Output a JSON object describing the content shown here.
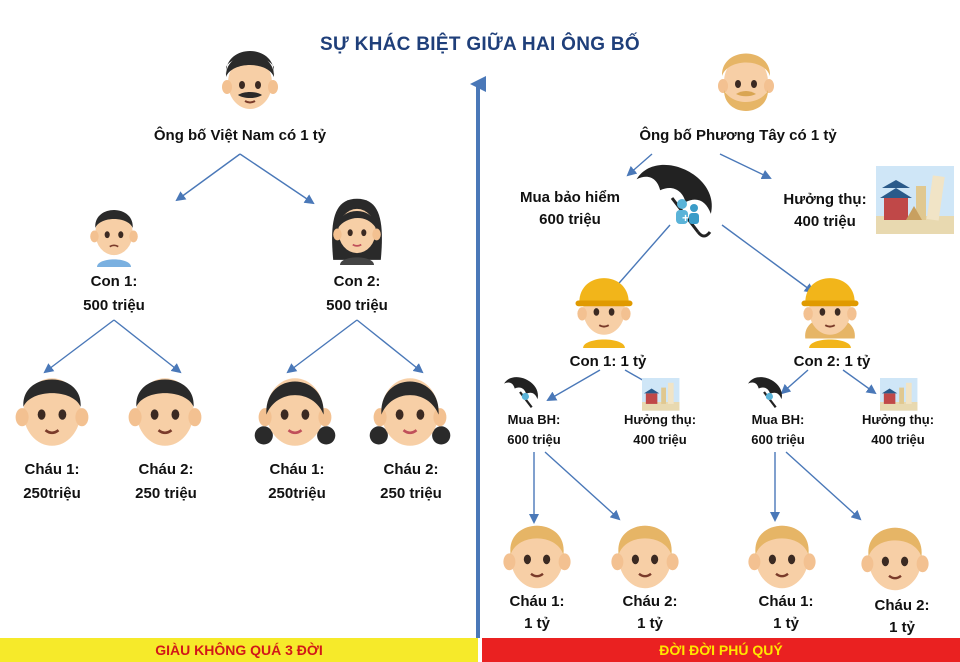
{
  "title": "SỰ KHÁC BIỆT GIỮA HAI ÔNG BỐ",
  "left": {
    "father": "Ông bố Việt Nam có 1 tỷ",
    "children": [
      {
        "name": "Con 1:",
        "amount": "500 triệu"
      },
      {
        "name": "Con 2:",
        "amount": "500 triệu"
      }
    ],
    "grandchildren": [
      {
        "name": "Cháu 1:",
        "amount": "250triệu"
      },
      {
        "name": "Cháu 2:",
        "amount": "250 triệu"
      },
      {
        "name": "Cháu 1:",
        "amount": "250triệu"
      },
      {
        "name": "Cháu 2:",
        "amount": "250 triệu"
      }
    ],
    "banner": "GIÀU KHÔNG QUÁ 3 ĐỜI"
  },
  "right": {
    "father": "Ông bố Phương Tây có 1 tỷ",
    "insurance": {
      "label": "Mua bảo hiểm",
      "amount": "600 triệu"
    },
    "benefit": {
      "label": "Hưởng thụ:",
      "amount": "400 triệu"
    },
    "children": [
      "Con 1: 1 tỷ",
      "Con 2: 1 tỷ"
    ],
    "sub_insurance": {
      "label": "Mua BH:",
      "amount": "600 triệu"
    },
    "sub_benefit": {
      "label": "Hưởng thụ:",
      "amount": "400 triệu"
    },
    "grandchildren": [
      {
        "name": "Cháu 1:",
        "amount": "1 tỷ"
      },
      {
        "name": "Cháu 2:",
        "amount": "1 tỷ"
      },
      {
        "name": "Cháu 1:",
        "amount": "1 tỷ"
      },
      {
        "name": "Cháu 2:",
        "amount": "1 tỷ"
      }
    ],
    "banner": "ĐỜI ĐỜI PHÚ QUÝ"
  },
  "colors": {
    "title": "#1f3f7a",
    "arrow": "#4a78b8",
    "left_banner_bg": "#f6ea2a",
    "left_banner_text": "#d21818",
    "right_banner_bg": "#ea2121",
    "right_banner_text": "#ffe600",
    "skin": "#f7cfa6",
    "dark_hair": "#2a2a2a",
    "blond_hair": "#e6b566",
    "helmet": "#f2b51a"
  },
  "icons": [
    "man-mustache-face-icon",
    "boy-face-icon",
    "woman-face-icon",
    "baby-boy-face-icon",
    "baby-girl-face-icon",
    "old-man-blond-face-icon",
    "umbrella-family-icon",
    "travel-landmarks-icon",
    "construction-worker-face-icon",
    "blond-baby-face-icon"
  ]
}
